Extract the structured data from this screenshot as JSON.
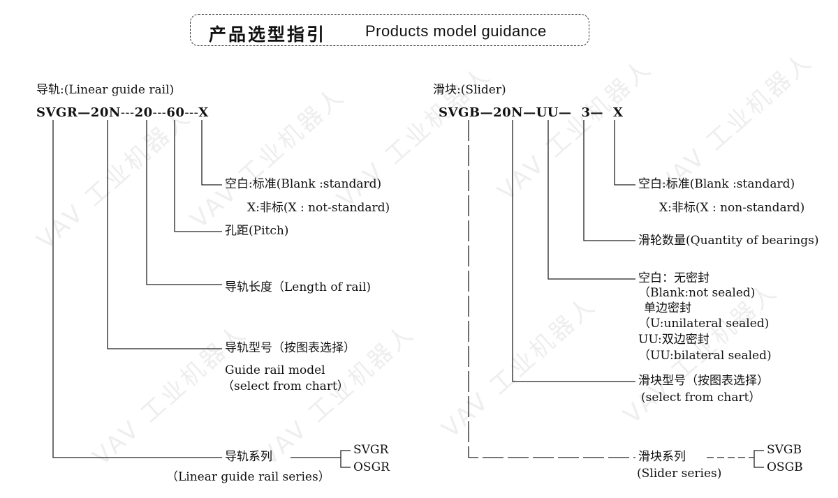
{
  "title": {
    "cn": "产品选型指引",
    "en": "Products model guidance"
  },
  "watermark": "VAV 工业机器人",
  "rail": {
    "heading": "导轨:(Linear guide rail)",
    "model": {
      "p1": "SVGR",
      "s1": "—",
      "p2": "20N",
      "s2": "---",
      "p3": "20",
      "s3": "---",
      "p4": "60",
      "s4": "---",
      "p5": "X"
    },
    "labels": {
      "blank_standard": "空白:标准(Blank :standard)",
      "not_standard": "X:非标(X : not-standard)",
      "pitch": "孔距(Pitch)",
      "length": "导轨长度（Length of rail)",
      "model_cn": "导轨型号（按图表选择）",
      "model_en": "Guide rail model",
      "select": "（select from chart）",
      "series_cn": "导轨系列",
      "series_en": "（Linear guide rail series）"
    },
    "series_options": [
      "SVGR",
      "OSGR"
    ]
  },
  "slider": {
    "heading": "滑块:(Slider)",
    "model": {
      "p1": "SVGB",
      "s1": "—",
      "p2": "20N",
      "s2": "—",
      "p3": "UU",
      "s3": "—",
      "p4": "3",
      "s4": "—",
      "p5": "X"
    },
    "labels": {
      "blank_standard": "空白:标准(Blank :standard)",
      "non_standard": "X:非标(X : non-standard)",
      "bearings": "滑轮数量(Quantity of  bearings)",
      "seal_blank_cn": "空白：无密封",
      "seal_blank_en": "（Blank:not sealed)",
      "seal_u_cn": "单边密封",
      "seal_u_en": "（U:unilateral sealed)",
      "seal_uu_cn": "UU:双边密封",
      "seal_uu_en": "（UU:bilateral sealed)",
      "model_cn": "滑块型号（按图表选择）",
      "select": "(select from chart）",
      "series_cn": "滑块系列",
      "series_en": "(Slider series)"
    },
    "series_options": [
      "SVGB",
      "OSGB"
    ]
  }
}
